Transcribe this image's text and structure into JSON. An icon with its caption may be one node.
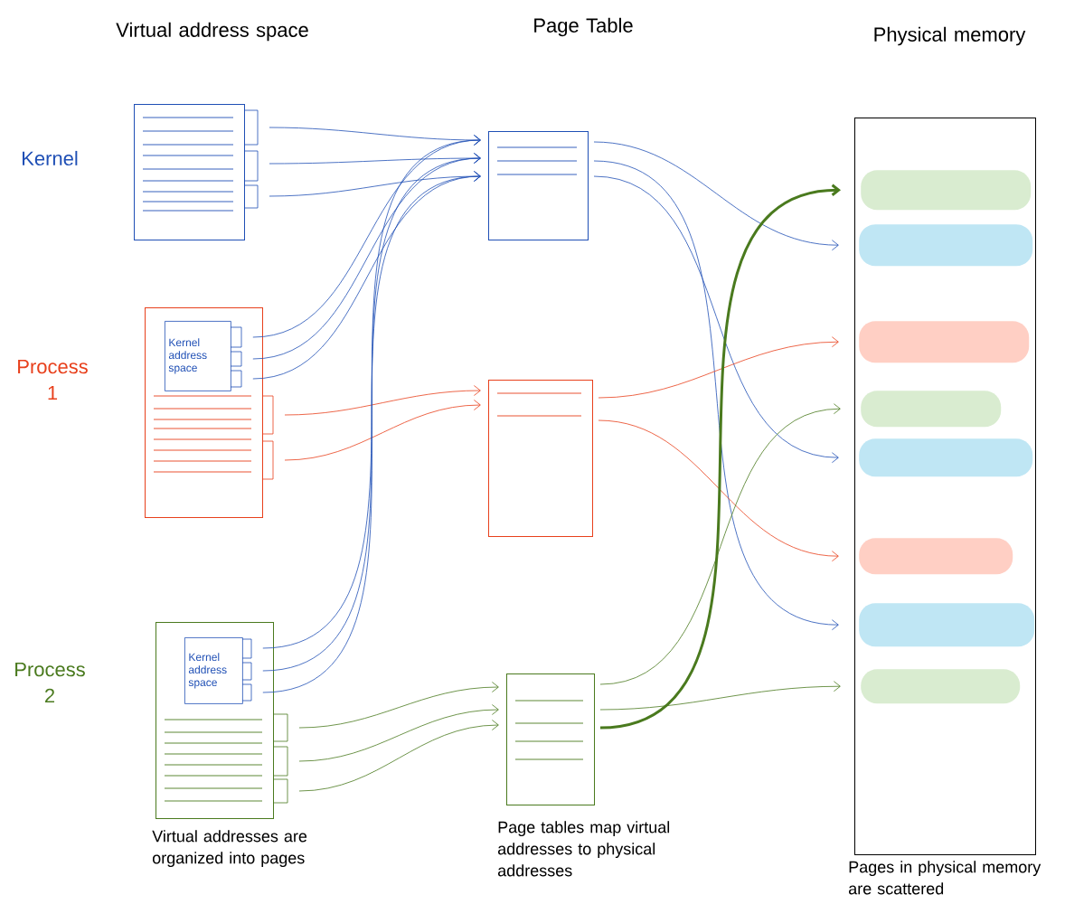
{
  "diagram": {
    "nodes": [
      {
        "text": [],
        "shape": "box"
      },
      {
        "text": [],
        "shape": "box"
      },
      {
        "text": [
          "Kernel address space"
        ],
        "in": 1
      },
      {
        "text": [],
        "shape": "box"
      },
      {
        "text": [
          "Kernel address space"
        ],
        "in": 3
      },
      {
        "text": [],
        "shape": "box"
      },
      {
        "text": [],
        "shape": "box"
      },
      {
        "text": [],
        "shape": "box"
      },
      {
        "text": [],
        "shape": "box"
      },
      {
        "text": [],
        "shape": "bar",
        "in": 8
      },
      {
        "text": [],
        "shape": "bar",
        "in": 8
      },
      {
        "text": [],
        "shape": "bar",
        "in": 8
      },
      {
        "text": [],
        "shape": "bar",
        "in": 8
      },
      {
        "text": [],
        "shape": "bar",
        "in": 8
      },
      {
        "text": [],
        "shape": "bar",
        "in": 8
      },
      {
        "text": [],
        "shape": "bar",
        "in": 8
      },
      {
        "text": [],
        "shape": "bar",
        "in": 8
      }
    ],
    "edges": [
      {
        "from": 0,
        "to": 5,
        "arrow": "to"
      },
      {
        "from": 0,
        "to": 5,
        "arrow": "to"
      },
      {
        "from": 0,
        "to": 5,
        "arrow": "to"
      },
      {
        "from": 2,
        "to": 5,
        "arrow": "to"
      },
      {
        "from": 2,
        "to": 5,
        "arrow": "to"
      },
      {
        "from": 2,
        "to": 5,
        "arrow": "to"
      },
      {
        "from": 1,
        "to": 6,
        "arrow": "to",
        "color": "#e8401c"
      },
      {
        "from": 1,
        "to": 6,
        "arrow": "to",
        "color": "#e8401c"
      },
      {
        "from": 4,
        "to": 5,
        "arrow": "to"
      },
      {
        "from": 4,
        "to": 5,
        "arrow": "to"
      },
      {
        "from": 4,
        "to": 5,
        "arrow": "to"
      },
      {
        "from": 3,
        "to": 7,
        "arrow": "to",
        "color": "#4a7a1e"
      },
      {
        "from": 3,
        "to": 7,
        "arrow": "to",
        "color": "#4a7a1e"
      },
      {
        "from": 3,
        "to": 7,
        "arrow": "to",
        "color": "#4a7a1e"
      },
      {
        "from": 5,
        "to": 10,
        "arrow": "to"
      },
      {
        "from": 5,
        "to": 15,
        "arrow": "to"
      },
      {
        "from": 5,
        "to": 13,
        "arrow": "to"
      },
      {
        "from": 6,
        "to": 11,
        "arrow": "to",
        "color": "#e8401c"
      },
      {
        "from": 6,
        "to": 14,
        "arrow": "to",
        "color": "#e8401c"
      },
      {
        "from": 7,
        "to": 12,
        "arrow": "to",
        "color": "#4a7a1e"
      },
      {
        "from": 7,
        "to": 16,
        "arrow": "to",
        "color": "#4a7a1e"
      },
      {
        "from": 7,
        "to": 9,
        "arrow": "to",
        "color": "#4a7a1e",
        "style": "thick"
      }
    ],
    "labels": [
      "Virtual address space",
      "Page Table",
      "Physical memory",
      "Kernel",
      "Process 1",
      "Process 2",
      "Virtual addresses are organized into pages",
      "Page tables map virtual addresses to physical addresses",
      "Pages in physical memory are scattered"
    ]
  }
}
